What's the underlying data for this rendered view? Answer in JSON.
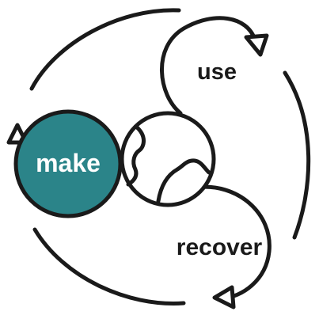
{
  "diagram": {
    "labels": {
      "make": "make",
      "use": "use",
      "recover": "recover"
    },
    "colors": {
      "accent": "#2b8489",
      "stroke": "#1a1a1a",
      "label_on_accent": "#ffffff",
      "label": "#1a1a1a",
      "background": "#ffffff"
    },
    "icons": {
      "center": "globe-icon",
      "arrowheads": "arrowhead-icon"
    }
  }
}
